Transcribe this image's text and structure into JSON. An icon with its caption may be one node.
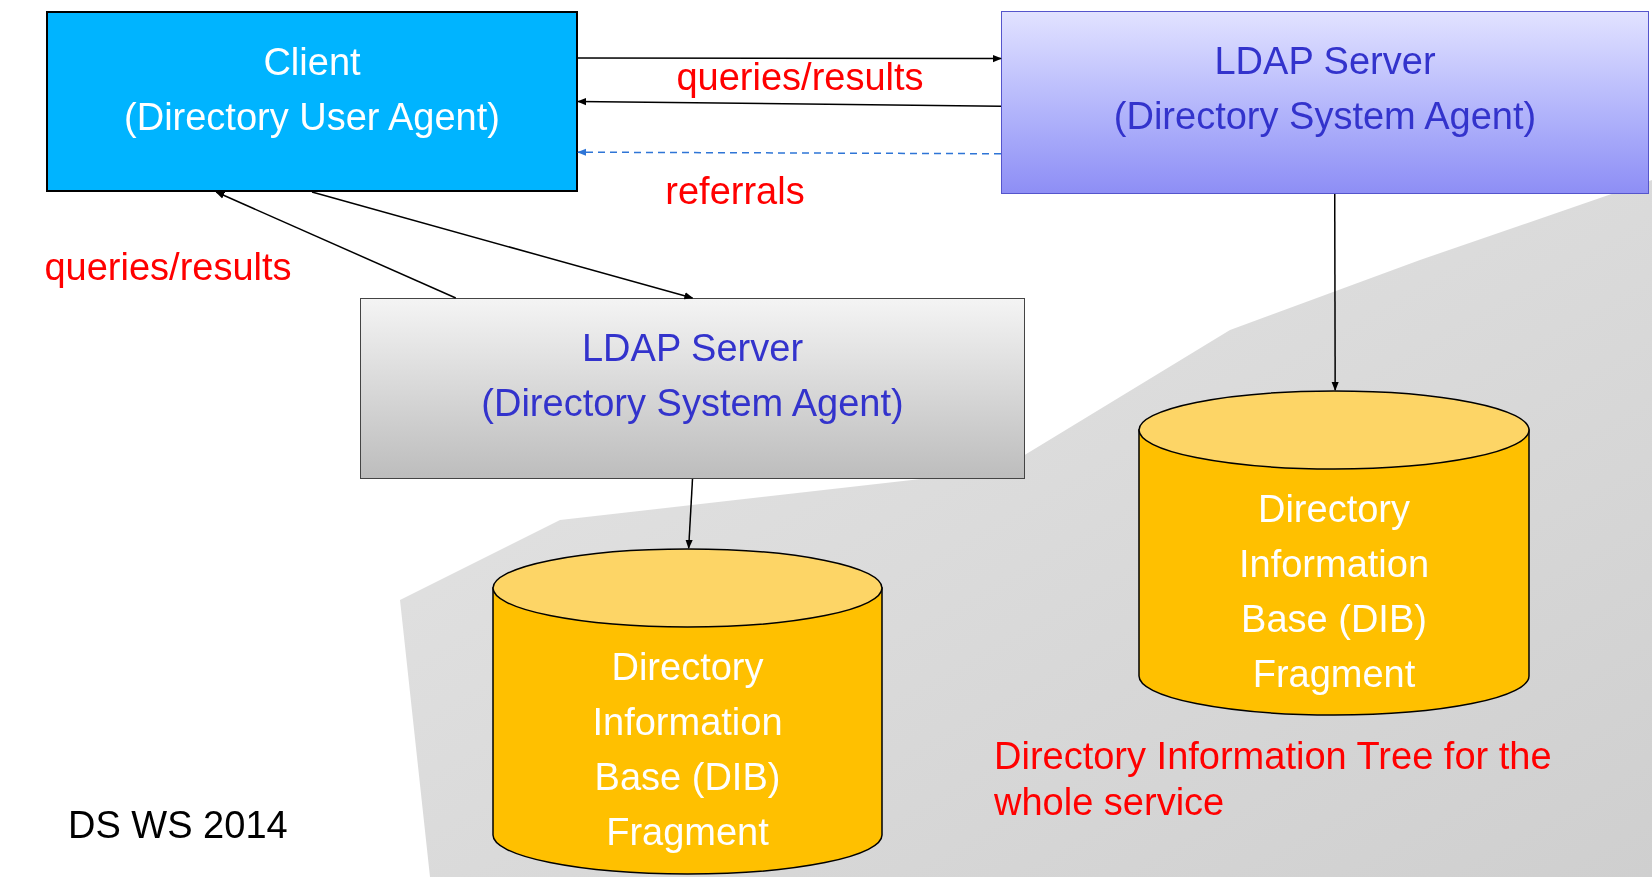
{
  "diagram": {
    "nodes": [
      {
        "text": [
          "Client",
          "(Directory User Agent)"
        ]
      },
      {
        "text": [
          "LDAP Server",
          "(Directory System Agent)"
        ]
      },
      {
        "text": [
          "LDAP Server",
          "(Directory System Agent)"
        ]
      },
      {
        "text": [
          "Directory Information Base (DIB) Fragment"
        ]
      },
      {
        "text": [
          "Directory Information Base (DIB) Fragment"
        ]
      }
    ],
    "edges": [
      {
        "from": 0,
        "to": 1,
        "arrow": "to",
        "label": "queries/results"
      },
      {
        "from": 1,
        "to": 0,
        "arrow": "to"
      },
      {
        "from": 1,
        "to": 0,
        "arrow": "to",
        "label": "referrals",
        "style": "dashed",
        "color": "#2e75d6"
      },
      {
        "from": 2,
        "to": 0,
        "arrow": "to",
        "label": "queries/results"
      },
      {
        "from": 0,
        "to": 2,
        "arrow": "to"
      },
      {
        "from": 1,
        "to": 3,
        "arrow": "to"
      },
      {
        "from": 2,
        "to": 4,
        "arrow": "to"
      }
    ],
    "labels": [
      "Directory Information Tree for the whole service",
      "DS WS 2014"
    ]
  }
}
